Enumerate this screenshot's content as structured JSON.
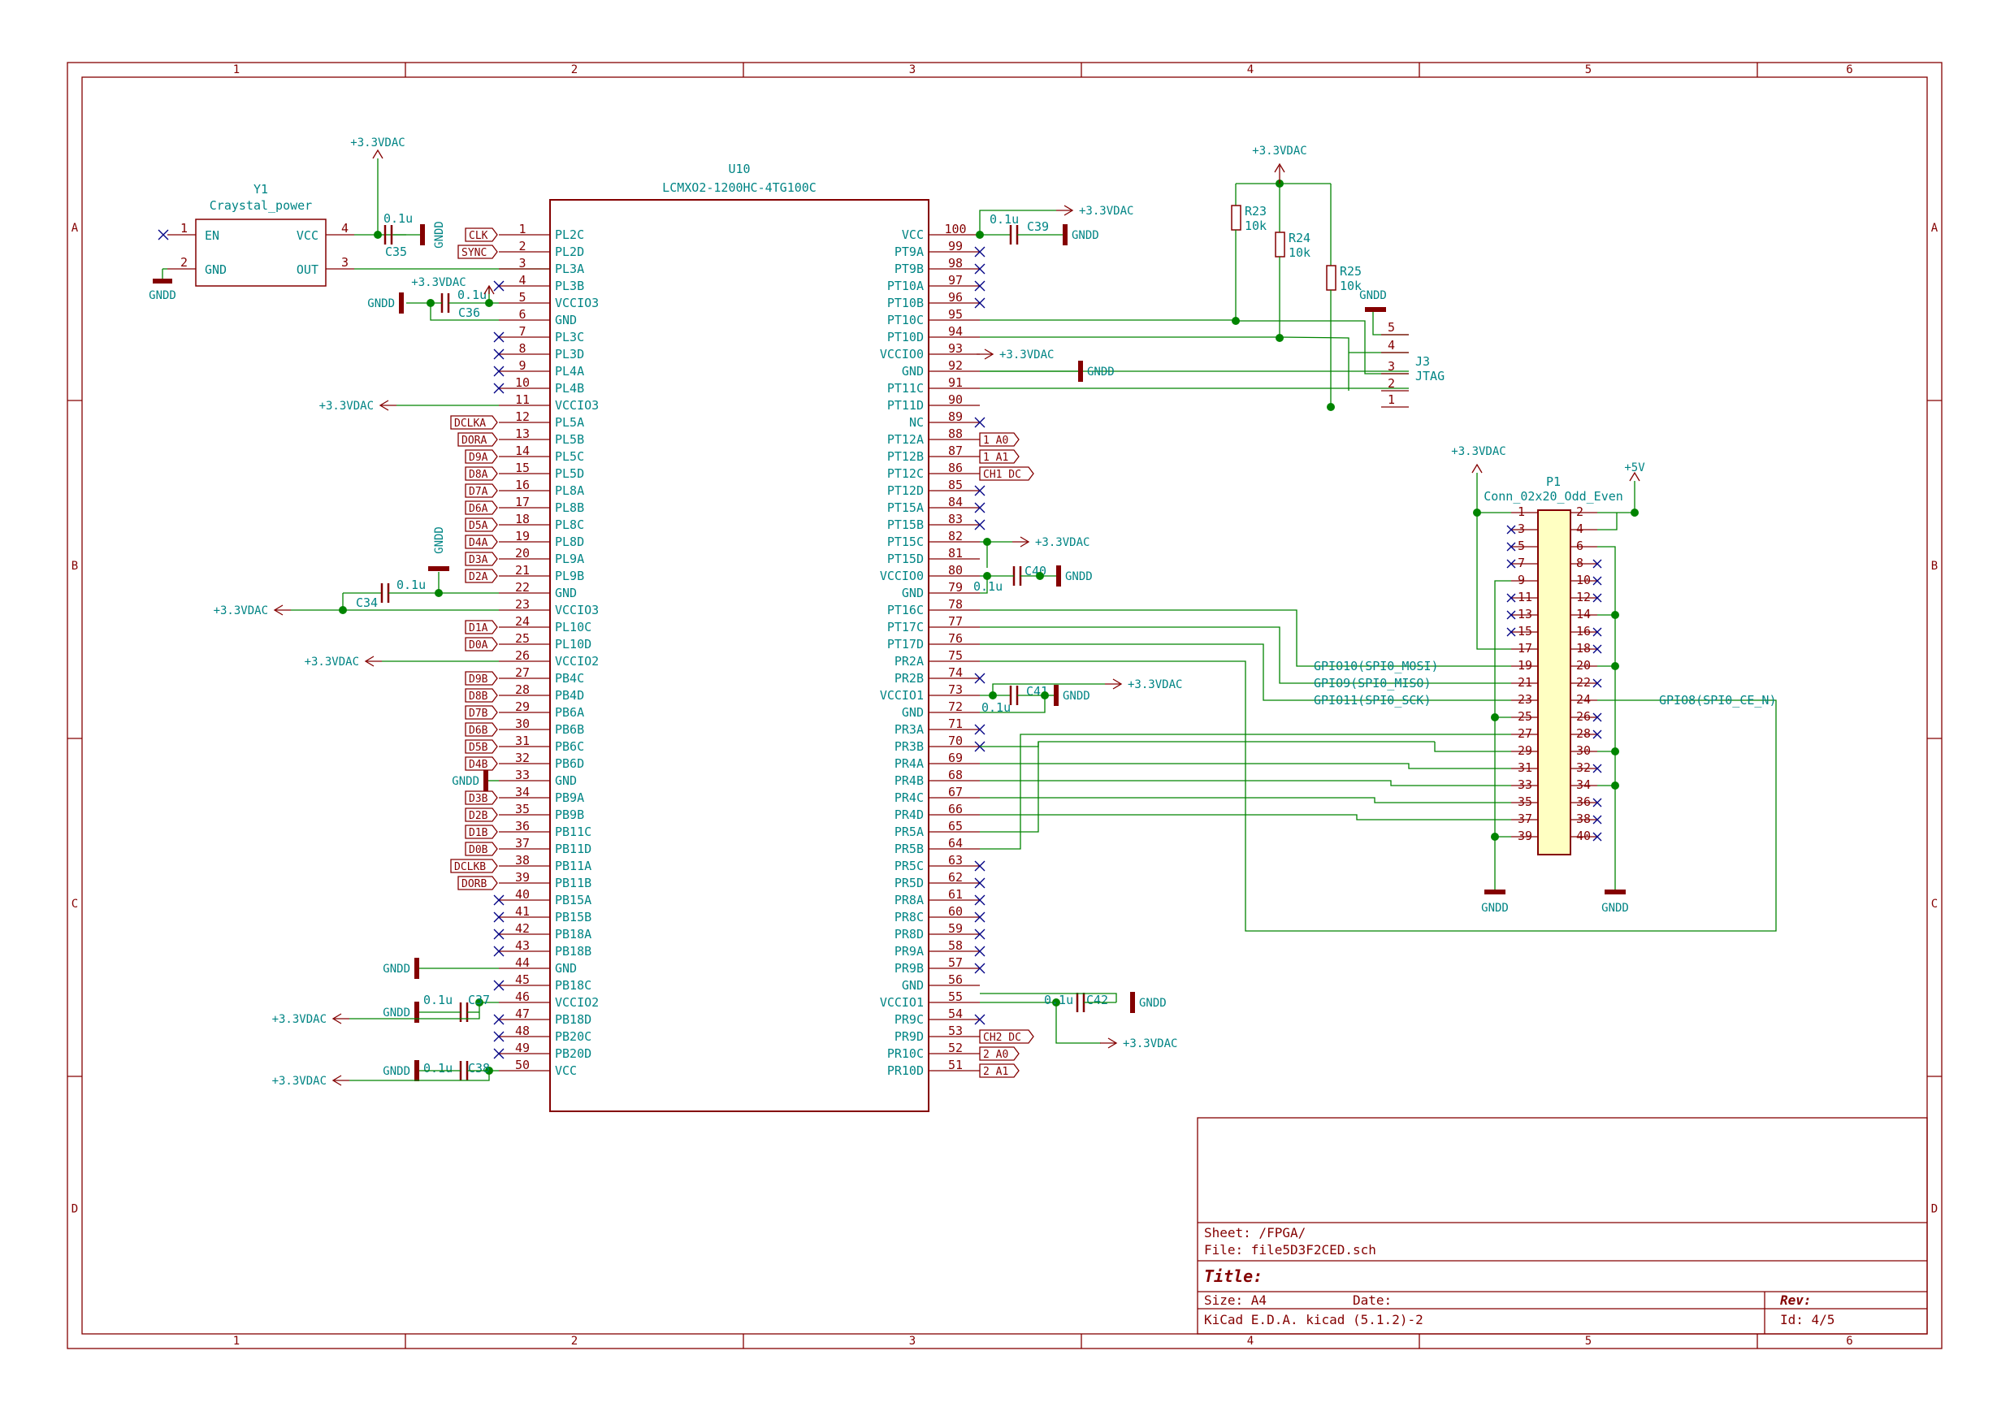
{
  "frame": {
    "columns": [
      "1",
      "2",
      "3",
      "4",
      "5",
      "6"
    ],
    "rows": [
      "A",
      "B",
      "C",
      "D"
    ]
  },
  "power_labels": {
    "vdd": "+3.3VDAC",
    "gnd": "GNDD",
    "v5": "+5V"
  },
  "cap_value": "0.1u",
  "res_value": "10k",
  "y1": {
    "ref": "Y1",
    "value": "Craystal_power",
    "pins": [
      {
        "num": "1",
        "name": "EN"
      },
      {
        "num": "2",
        "name": "GND"
      },
      {
        "num": "4",
        "name": "VCC"
      },
      {
        "num": "3",
        "name": "OUT"
      }
    ]
  },
  "u10": {
    "ref": "U10",
    "value": "LCMXO2-1200HC-4TG100C",
    "left_pins": [
      {
        "num": "1",
        "name": "PL2C",
        "tag": "CLK"
      },
      {
        "num": "2",
        "name": "PL2D",
        "tag": "SYNC"
      },
      {
        "num": "3",
        "name": "PL3A"
      },
      {
        "num": "4",
        "name": "PL3B"
      },
      {
        "num": "5",
        "name": "VCCIO3"
      },
      {
        "num": "6",
        "name": "GND"
      },
      {
        "num": "7",
        "name": "PL3C"
      },
      {
        "num": "8",
        "name": "PL3D"
      },
      {
        "num": "9",
        "name": "PL4A"
      },
      {
        "num": "10",
        "name": "PL4B"
      },
      {
        "num": "11",
        "name": "VCCIO3"
      },
      {
        "num": "12",
        "name": "PL5A",
        "tag": "DCLKA"
      },
      {
        "num": "13",
        "name": "PL5B",
        "tag": "DORA"
      },
      {
        "num": "14",
        "name": "PL5C",
        "tag": "D9A"
      },
      {
        "num": "15",
        "name": "PL5D",
        "tag": "D8A"
      },
      {
        "num": "16",
        "name": "PL8A",
        "tag": "D7A"
      },
      {
        "num": "17",
        "name": "PL8B",
        "tag": "D6A"
      },
      {
        "num": "18",
        "name": "PL8C",
        "tag": "D5A"
      },
      {
        "num": "19",
        "name": "PL8D",
        "tag": "D4A"
      },
      {
        "num": "20",
        "name": "PL9A",
        "tag": "D3A"
      },
      {
        "num": "21",
        "name": "PL9B",
        "tag": "D2A"
      },
      {
        "num": "22",
        "name": "GND"
      },
      {
        "num": "23",
        "name": "VCCIO3"
      },
      {
        "num": "24",
        "name": "PL10C",
        "tag": "D1A"
      },
      {
        "num": "25",
        "name": "PL10D",
        "tag": "D0A"
      },
      {
        "num": "26",
        "name": "VCCIO2"
      },
      {
        "num": "27",
        "name": "PB4C",
        "tag": "D9B"
      },
      {
        "num": "28",
        "name": "PB4D",
        "tag": "D8B"
      },
      {
        "num": "29",
        "name": "PB6A",
        "tag": "D7B"
      },
      {
        "num": "30",
        "name": "PB6B",
        "tag": "D6B"
      },
      {
        "num": "31",
        "name": "PB6C",
        "tag": "D5B"
      },
      {
        "num": "32",
        "name": "PB6D",
        "tag": "D4B"
      },
      {
        "num": "33",
        "name": "GND"
      },
      {
        "num": "34",
        "name": "PB9A",
        "tag": "D3B"
      },
      {
        "num": "35",
        "name": "PB9B",
        "tag": "D2B"
      },
      {
        "num": "36",
        "name": "PB11C",
        "tag": "D1B"
      },
      {
        "num": "37",
        "name": "PB11D",
        "tag": "D0B"
      },
      {
        "num": "38",
        "name": "PB11A",
        "tag": "DCLKB"
      },
      {
        "num": "39",
        "name": "PB11B",
        "tag": "DORB"
      },
      {
        "num": "40",
        "name": "PB15A"
      },
      {
        "num": "41",
        "name": "PB15B"
      },
      {
        "num": "42",
        "name": "PB18A"
      },
      {
        "num": "43",
        "name": "PB18B"
      },
      {
        "num": "44",
        "name": "GND"
      },
      {
        "num": "45",
        "name": "PB18C"
      },
      {
        "num": "46",
        "name": "VCCIO2"
      },
      {
        "num": "47",
        "name": "PB18D"
      },
      {
        "num": "48",
        "name": "PB20C"
      },
      {
        "num": "49",
        "name": "PB20D"
      },
      {
        "num": "50",
        "name": "VCC"
      }
    ],
    "right_pins": [
      {
        "num": "100",
        "name": "VCC"
      },
      {
        "num": "99",
        "name": "PT9A"
      },
      {
        "num": "98",
        "name": "PT9B"
      },
      {
        "num": "97",
        "name": "PT10A"
      },
      {
        "num": "96",
        "name": "PT10B"
      },
      {
        "num": "95",
        "name": "PT10C"
      },
      {
        "num": "94",
        "name": "PT10D"
      },
      {
        "num": "93",
        "name": "VCCIO0"
      },
      {
        "num": "92",
        "name": "GND"
      },
      {
        "num": "91",
        "name": "PT11C"
      },
      {
        "num": "90",
        "name": "PT11D"
      },
      {
        "num": "89",
        "name": "NC"
      },
      {
        "num": "88",
        "name": "PT12A",
        "tag": "1_A0"
      },
      {
        "num": "87",
        "name": "PT12B",
        "tag": "1_A1"
      },
      {
        "num": "86",
        "name": "PT12C",
        "tag": "CH1_DC"
      },
      {
        "num": "85",
        "name": "PT12D"
      },
      {
        "num": "84",
        "name": "PT15A"
      },
      {
        "num": "83",
        "name": "PT15B"
      },
      {
        "num": "82",
        "name": "PT15C"
      },
      {
        "num": "81",
        "name": "PT15D"
      },
      {
        "num": "80",
        "name": "VCCIO0"
      },
      {
        "num": "79",
        "name": "GND"
      },
      {
        "num": "78",
        "name": "PT16C"
      },
      {
        "num": "77",
        "name": "PT17C"
      },
      {
        "num": "76",
        "name": "PT17D"
      },
      {
        "num": "75",
        "name": "PR2A"
      },
      {
        "num": "74",
        "name": "PR2B"
      },
      {
        "num": "73",
        "name": "VCCIO1"
      },
      {
        "num": "72",
        "name": "GND"
      },
      {
        "num": "71",
        "name": "PR3A"
      },
      {
        "num": "70",
        "name": "PR3B"
      },
      {
        "num": "69",
        "name": "PR4A"
      },
      {
        "num": "68",
        "name": "PR4B"
      },
      {
        "num": "67",
        "name": "PR4C"
      },
      {
        "num": "66",
        "name": "PR4D"
      },
      {
        "num": "65",
        "name": "PR5A"
      },
      {
        "num": "64",
        "name": "PR5B"
      },
      {
        "num": "63",
        "name": "PR5C"
      },
      {
        "num": "62",
        "name": "PR5D"
      },
      {
        "num": "61",
        "name": "PR8A"
      },
      {
        "num": "60",
        "name": "PR8C"
      },
      {
        "num": "59",
        "name": "PR8D"
      },
      {
        "num": "58",
        "name": "PR9A"
      },
      {
        "num": "57",
        "name": "PR9B"
      },
      {
        "num": "56",
        "name": "GND"
      },
      {
        "num": "55",
        "name": "VCCIO1"
      },
      {
        "num": "54",
        "name": "PR9C"
      },
      {
        "num": "53",
        "name": "PR9D",
        "tag": "CH2_DC"
      },
      {
        "num": "52",
        "name": "PR10C",
        "tag": "2_A0"
      },
      {
        "num": "51",
        "name": "PR10D",
        "tag": "2_A1"
      }
    ]
  },
  "caps": {
    "c35": "C35",
    "c36": "C36",
    "c34": "C34",
    "c37": "C37",
    "c38": "C38",
    "c39": "C39",
    "c40": "C40",
    "c41": "C41",
    "c42": "C42"
  },
  "resistors": {
    "r23": "R23",
    "r24": "R24",
    "r25": "R25"
  },
  "j3": {
    "ref": "J3",
    "value": "JTAG",
    "pins": [
      "5",
      "4",
      "3",
      "2",
      "1"
    ]
  },
  "p1": {
    "ref": "P1",
    "value": "Conn_02x20_Odd_Even",
    "nets": {
      "mosi": "GPIO10(SPI0_MOSI)",
      "miso": "GPIO9(SPI0_MISO)",
      "sck": "GPIO11(SPI0_SCK)",
      "ce": "GPIO8(SPI0_CE_N)"
    }
  },
  "title_block": {
    "sheet": "Sheet: /FPGA/",
    "file": "File: file5D3F2CED.sch",
    "title": "Title:",
    "size": "Size: A4",
    "date": "Date:",
    "rev": "Rev:",
    "tool": "KiCad E.D.A.  kicad (5.1.2)-2",
    "id": "Id: 4/5"
  }
}
